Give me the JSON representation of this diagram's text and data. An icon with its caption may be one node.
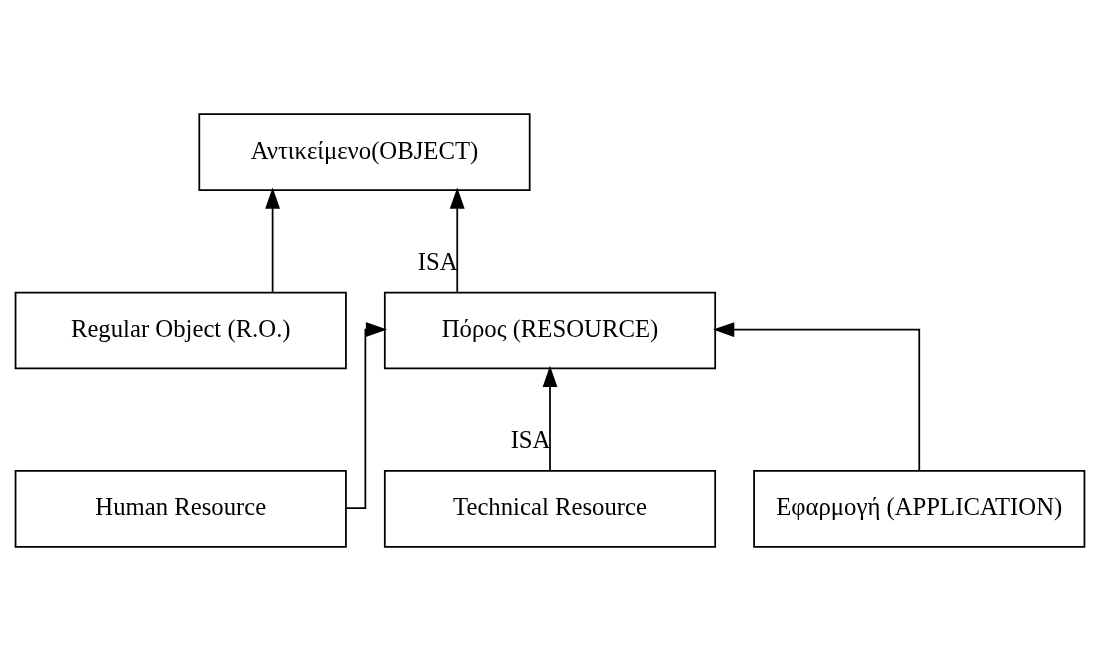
{
  "diagram": {
    "nodes": [
      {
        "text": [
          "Αντικείμενο(OBJECT)"
        ]
      },
      {
        "text": [
          "Regular Object (R.O.)"
        ]
      },
      {
        "text": [
          "Πόρος (RESOURCE)"
        ]
      },
      {
        "text": [
          "Human Resource"
        ]
      },
      {
        "text": [
          "Technical Resource"
        ]
      },
      {
        "text": [
          "Εφαρμογή (APPLICATION)"
        ]
      }
    ],
    "edges": [
      {
        "from": 1,
        "to": 0,
        "arrow": "to"
      },
      {
        "from": 2,
        "to": 0,
        "arrow": "to",
        "label": "ISA"
      },
      {
        "from": 3,
        "to": 2,
        "arrow": "to"
      },
      {
        "from": 4,
        "to": 2,
        "arrow": "to",
        "label": "ISA"
      },
      {
        "from": 5,
        "to": 2,
        "arrow": "to"
      }
    ]
  }
}
